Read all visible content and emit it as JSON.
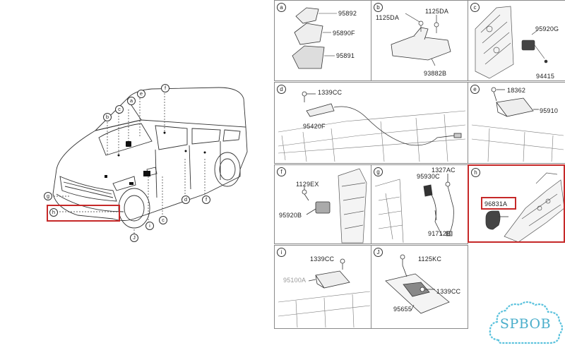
{
  "overview": {
    "labels": [
      "a",
      "b",
      "c",
      "e",
      "f",
      "d",
      "f",
      "g",
      "h",
      "i",
      "c",
      "J"
    ],
    "red_label": "h"
  },
  "panels": {
    "a": {
      "letter": "a",
      "parts": [
        "95892",
        "95890F",
        "95891"
      ]
    },
    "b": {
      "letter": "b",
      "parts": [
        "1125DA",
        "1125DA",
        "93882B"
      ]
    },
    "c": {
      "letter": "c",
      "parts": [
        "95920G",
        "94415"
      ]
    },
    "d": {
      "letter": "d",
      "parts": [
        "1339CC",
        "95420F"
      ]
    },
    "e": {
      "letter": "e",
      "parts": [
        "18362",
        "95910"
      ]
    },
    "f": {
      "letter": "f",
      "parts": [
        "1129EX",
        "95920B"
      ]
    },
    "g": {
      "letter": "g",
      "parts": [
        "1327AC",
        "95930C",
        "91712B"
      ]
    },
    "h": {
      "letter": "h",
      "parts": [
        "96831A"
      ]
    },
    "i": {
      "letter": "i",
      "parts": [
        "1339CC",
        "95100A"
      ]
    },
    "j": {
      "letter": "J",
      "parts": [
        "1125KC",
        "1339CC",
        "95655"
      ]
    }
  },
  "colors": {
    "highlight": "#c62828",
    "logo": "#5bc2dd",
    "line": "#333333"
  },
  "logo": {
    "text": "SPBOB"
  }
}
